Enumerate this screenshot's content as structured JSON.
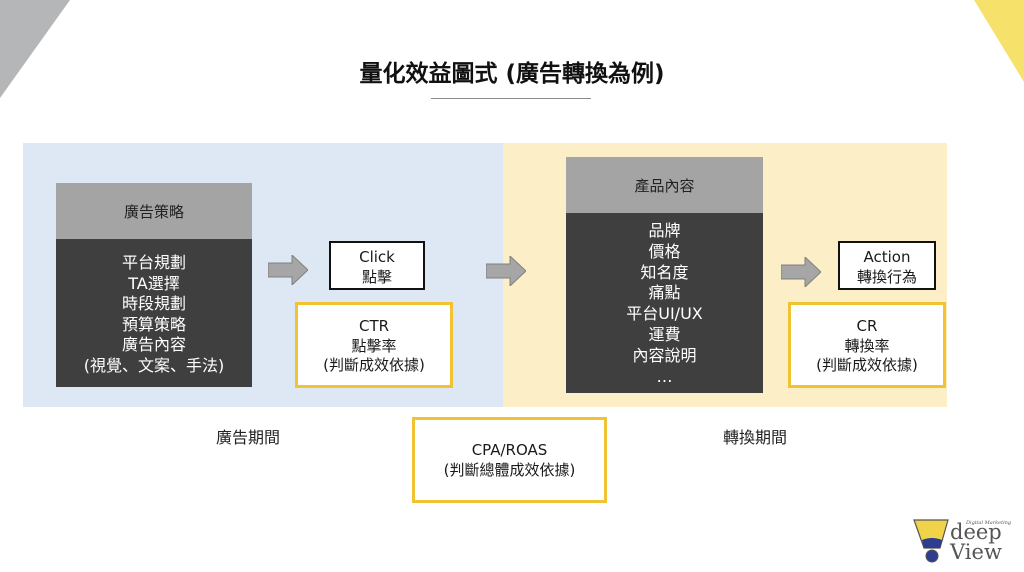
{
  "title": "量化效益圖式 (廣告轉換為例)",
  "ad_strategy": {
    "header": "廣告策略",
    "items": [
      "平台規劃",
      "TA選擇",
      "時段規劃",
      "預算策略",
      "廣告內容",
      "(視覺、文案、手法)"
    ]
  },
  "click_box": {
    "line1": "Click",
    "line2": "點擊"
  },
  "ctr_box": {
    "line1": "CTR",
    "line2": "點擊率",
    "line3": "(判斷成效依據)"
  },
  "product_content": {
    "header": "產品內容",
    "items": [
      "品牌",
      "價格",
      "知名度",
      "痛點",
      "平台UI/UX",
      "運費",
      "內容說明",
      "…"
    ]
  },
  "action_box": {
    "line1": "Action",
    "line2": "轉換行為"
  },
  "cr_box": {
    "line1": "CR",
    "line2": "轉換率",
    "line3": "(判斷成效依據)"
  },
  "cpa_box": {
    "line1": "CPA/ROAS",
    "line2": "(判斷總體成效依據)"
  },
  "periods": {
    "ad": "廣告期間",
    "conversion": "轉換期間"
  },
  "logo": {
    "tagline": "Digital Marketing",
    "word1": "deep",
    "word2": "View"
  },
  "colors": {
    "blue_panel": "#dde8f4",
    "yellow_panel": "#fcefc7",
    "gold_border": "#f1c232",
    "dark_box": "#3f3f3f",
    "header_gray": "#a4a4a4",
    "arrow_gray": "#a6a6a6"
  }
}
